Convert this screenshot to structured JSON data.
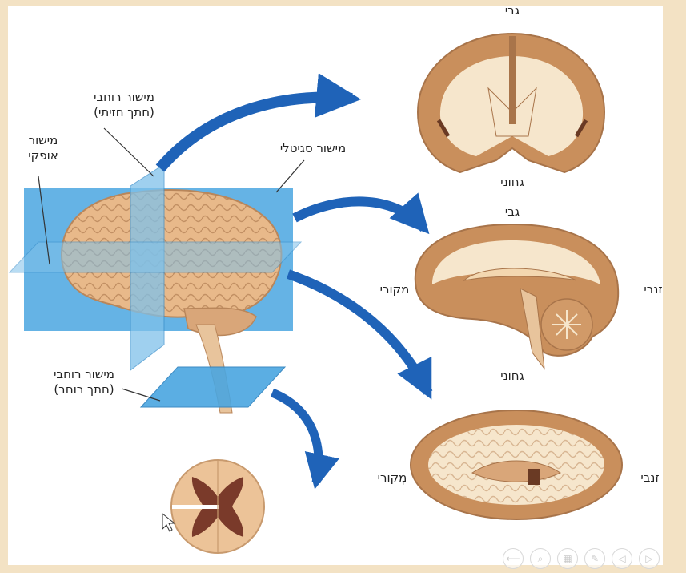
{
  "labels": {
    "coronal_plane": "מישור רוחבי",
    "coronal_section": "(חתך חזיתי)",
    "horizontal_plane_1": "מישור",
    "horizontal_plane_2": "אופקי",
    "sagittal_plane": "מישור סגיטלי",
    "transverse_plane": "מישור רוחבי",
    "transverse_section": "(חתך רוחב)",
    "coronal_dorsal": "גבי",
    "coronal_ventral": "גחוני",
    "sagittal_dorsal": "גבי",
    "sagittal_rostral": "מקורי",
    "sagittal_caudal": "זנבי",
    "sagittal_ventral": "גחוני",
    "axial_rostral": "מְקורי",
    "axial_caudal": "זנבי"
  },
  "colors": {
    "plane_blue": "#4aa6e0",
    "arrow_blue": "#1f63b8",
    "brain_tan": "#e8b98a",
    "white_matter": "#f6e6cc",
    "grey_matter": "#c98f5c",
    "spinal_grey": "#7a3a2a"
  },
  "toolbar": {
    "items": [
      "back-icon",
      "zoom-icon",
      "slides-icon",
      "pen-icon",
      "prev-icon",
      "next-icon"
    ]
  }
}
